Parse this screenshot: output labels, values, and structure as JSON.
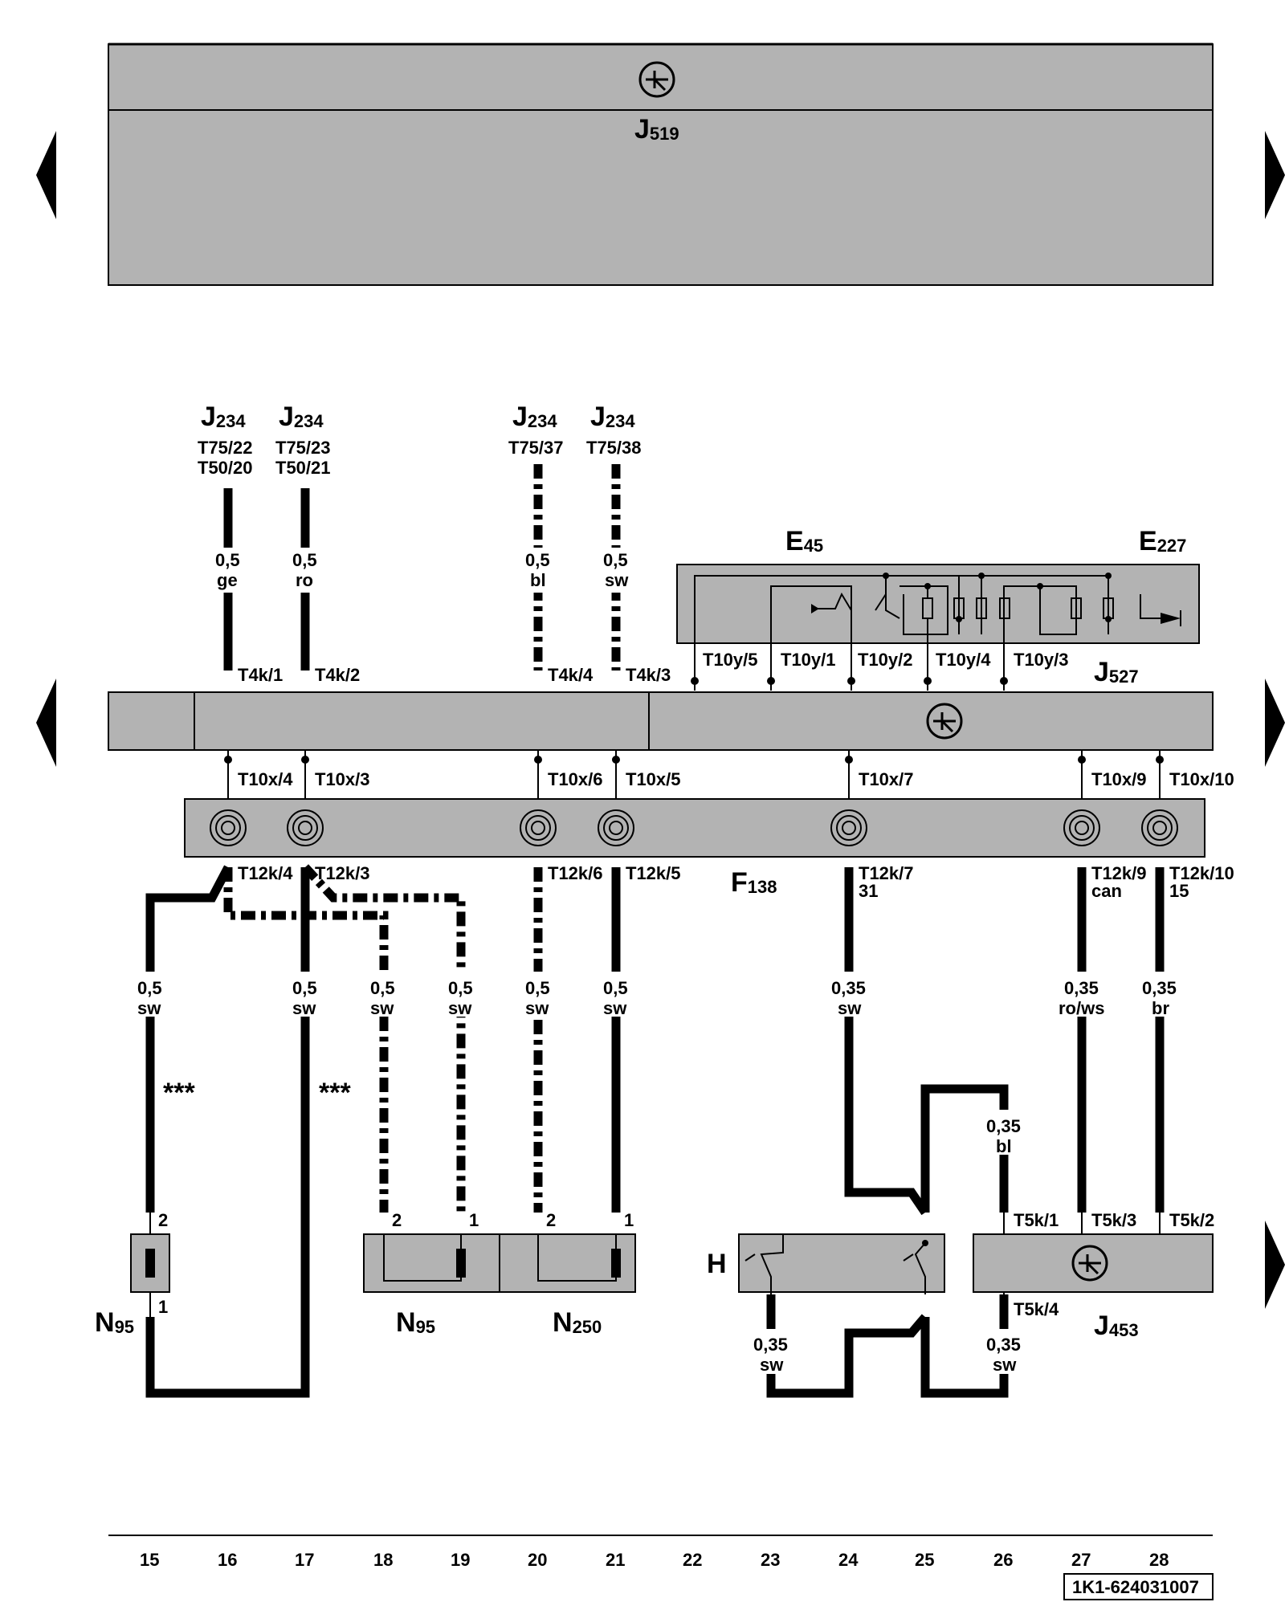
{
  "components": {
    "j519": {
      "main": "J",
      "sub": "519"
    },
    "j527": {
      "main": "J",
      "sub": "527"
    },
    "e45": {
      "main": "E",
      "sub": "45"
    },
    "e227": {
      "main": "E",
      "sub": "227"
    },
    "f138": {
      "main": "F",
      "sub": "138"
    },
    "h": {
      "main": "H"
    },
    "n95a": {
      "main": "N",
      "sub": "95"
    },
    "n95b": {
      "main": "N",
      "sub": "95"
    },
    "n250": {
      "main": "N",
      "sub": "250"
    },
    "j453": {
      "main": "J",
      "sub": "453"
    },
    "j234": {
      "main": "J",
      "sub": "234"
    }
  },
  "connectors_top": [
    {
      "l1": "T75/22",
      "l2": "T50/20"
    },
    {
      "l1": "T75/23",
      "l2": "T50/21"
    },
    {
      "l1": "T75/37",
      "l2": ""
    },
    {
      "l1": "T75/38",
      "l2": ""
    }
  ],
  "wire_labels_top": [
    {
      "size": "0,5",
      "color": "ge"
    },
    {
      "size": "0,5",
      "color": "ro"
    },
    {
      "size": "0,5",
      "color": "bl"
    },
    {
      "size": "0,5",
      "color": "sw"
    }
  ],
  "t4k": [
    "T4k/1",
    "T4k/2",
    "T4k/4",
    "T4k/3"
  ],
  "t10y": [
    "T10y/5",
    "T10y/1",
    "T10y/2",
    "T10y/4",
    "T10y/3"
  ],
  "t10x": [
    "T10x/4",
    "T10x/3",
    "T10x/6",
    "T10x/5",
    "T10x/7",
    "T10x/9",
    "T10x/10"
  ],
  "t12k": [
    "T12k/4",
    "T12k/3",
    "T12k/6",
    "T12k/5",
    "T12k/7",
    "T12k/9",
    "T12k/10"
  ],
  "t12k_extra": [
    "31",
    "can",
    "15"
  ],
  "wire_labels_mid": [
    {
      "size": "0,5",
      "color": "sw"
    },
    {
      "size": "0,5",
      "color": "sw"
    },
    {
      "size": "0,5",
      "color": "sw"
    },
    {
      "size": "0,5",
      "color": "sw"
    },
    {
      "size": "0,5",
      "color": "sw"
    },
    {
      "size": "0,5",
      "color": "sw"
    },
    {
      "size": "0,35",
      "color": "sw"
    },
    {
      "size": "0,35",
      "color": "ro/ws"
    },
    {
      "size": "0,35",
      "color": "br"
    }
  ],
  "wire_label_bl": {
    "size": "0,35",
    "color": "bl"
  },
  "wire_labels_bottom": [
    {
      "size": "0,35",
      "color": "sw"
    },
    {
      "size": "0,35",
      "color": "sw"
    }
  ],
  "note": "***",
  "component_pins": [
    "2",
    "1",
    "2",
    "1",
    "2",
    "1"
  ],
  "t5k": [
    "T5k/1",
    "T5k/3",
    "T5k/2",
    "T5k/4"
  ],
  "columns": [
    "15",
    "16",
    "17",
    "18",
    "19",
    "20",
    "21",
    "22",
    "23",
    "24",
    "25",
    "26",
    "27",
    "28"
  ],
  "doc_id": "1K1-624031007"
}
